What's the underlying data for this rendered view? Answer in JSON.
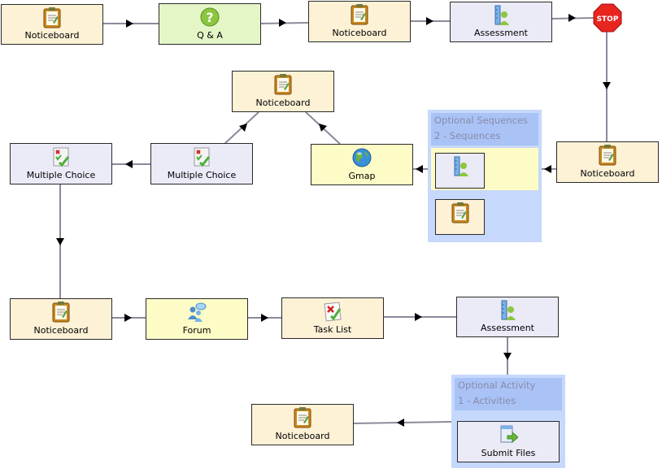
{
  "nodes": {
    "noticeboard_1": "Noticeboard",
    "qa": "Q & A",
    "noticeboard_2": "Noticeboard",
    "assessment_1": "Assessment",
    "stop": "STOP",
    "noticeboard_3": "Noticeboard",
    "noticeboard_4": "Noticeboard",
    "multiple_choice_1": "Multiple Choice",
    "multiple_choice_2": "Multiple Choice",
    "gmap": "Gmap",
    "noticeboard_5": "Noticeboard",
    "forum": "Forum",
    "task_list": "Task List",
    "assessment_2": "Assessment",
    "noticeboard_6": "Noticeboard",
    "submit_files": "Submit Files"
  },
  "optional_sequences": {
    "title": "Optional Sequences",
    "subtitle": "2 - Sequences"
  },
  "optional_activity": {
    "title": "Optional Activity",
    "subtitle": "1 - Activities"
  },
  "colors": {
    "noticeboard": "#fdf1d6",
    "qa": "#e4f6c6",
    "assessment": "#ebeaf7",
    "yellow": "#fefcc6",
    "group": "#c6d8fb",
    "group_header": "#a9c3f6",
    "edge": "#8b8a9c",
    "stop": "#e8251f"
  },
  "icons": {
    "noticeboard": "clipboard-icon",
    "qa": "question-icon",
    "assessment": "assessment-person-icon",
    "multiple_choice": "checklist-icon",
    "gmap": "globe-icon",
    "forum": "chat-people-icon",
    "task_list": "task-list-icon",
    "submit_files": "submit-files-icon"
  }
}
